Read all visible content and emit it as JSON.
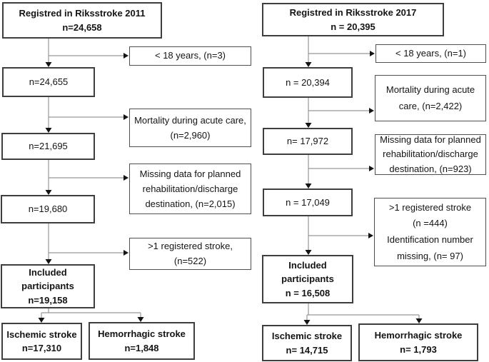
{
  "diagram": {
    "left": {
      "registered": [
        "Registred in Riksstroke 2011",
        "n=24,658"
      ],
      "excluded_under18": [
        "< 18 years, (n=3)"
      ],
      "count_after_age": [
        "n=24,655"
      ],
      "excluded_mortality": [
        "Mortality during acute care,",
        "(n=2,960)"
      ],
      "count_after_mortality": [
        "n=21,695"
      ],
      "excluded_missing": [
        "Missing data for planned",
        "rehabilitation/discharge",
        "destination, (n=2,015)"
      ],
      "count_after_missing": [
        "n=19,680"
      ],
      "excluded_multiple": [
        ">1 registered stroke,",
        "(n=522)"
      ],
      "included": [
        "Included",
        "participants",
        "n=19,158"
      ],
      "ischemic": [
        "Ischemic stroke",
        "n=17,310"
      ],
      "hemorrhagic": [
        "Hemorrhagic stroke",
        "n=1,848"
      ]
    },
    "right": {
      "registered": [
        "Registred in Riksstroke 2017",
        "n = 20,395"
      ],
      "excluded_under18": [
        "< 18 years, (n=1)"
      ],
      "count_after_age": [
        "n = 20,394"
      ],
      "excluded_mortality": [
        "Mortality during acute",
        "care, (n=2,422)"
      ],
      "count_after_mortality": [
        "n= 17,972"
      ],
      "excluded_missing": [
        "Missing data for planned",
        "rehabilitation/discharge",
        "destination, (n=923)"
      ],
      "count_after_missing": [
        "n = 17,049"
      ],
      "excluded_multiple": [
        ">1 registered stroke",
        "(n =444)",
        "Identification number",
        "missing, (n= 97)"
      ],
      "included": [
        "Included",
        "participants",
        "n = 16,508"
      ],
      "ischemic": [
        "Ischemic stroke",
        "n= 14,715"
      ],
      "hemorrhagic": [
        "Hemorrhagic stroke",
        "n= 1,793"
      ]
    }
  },
  "colors": {
    "background": "#ffffff",
    "border_dark": "#3e3e3e",
    "border_light": "#4f4f4f",
    "connector": "#979797",
    "arrow": "#141414",
    "text": "#141414"
  }
}
